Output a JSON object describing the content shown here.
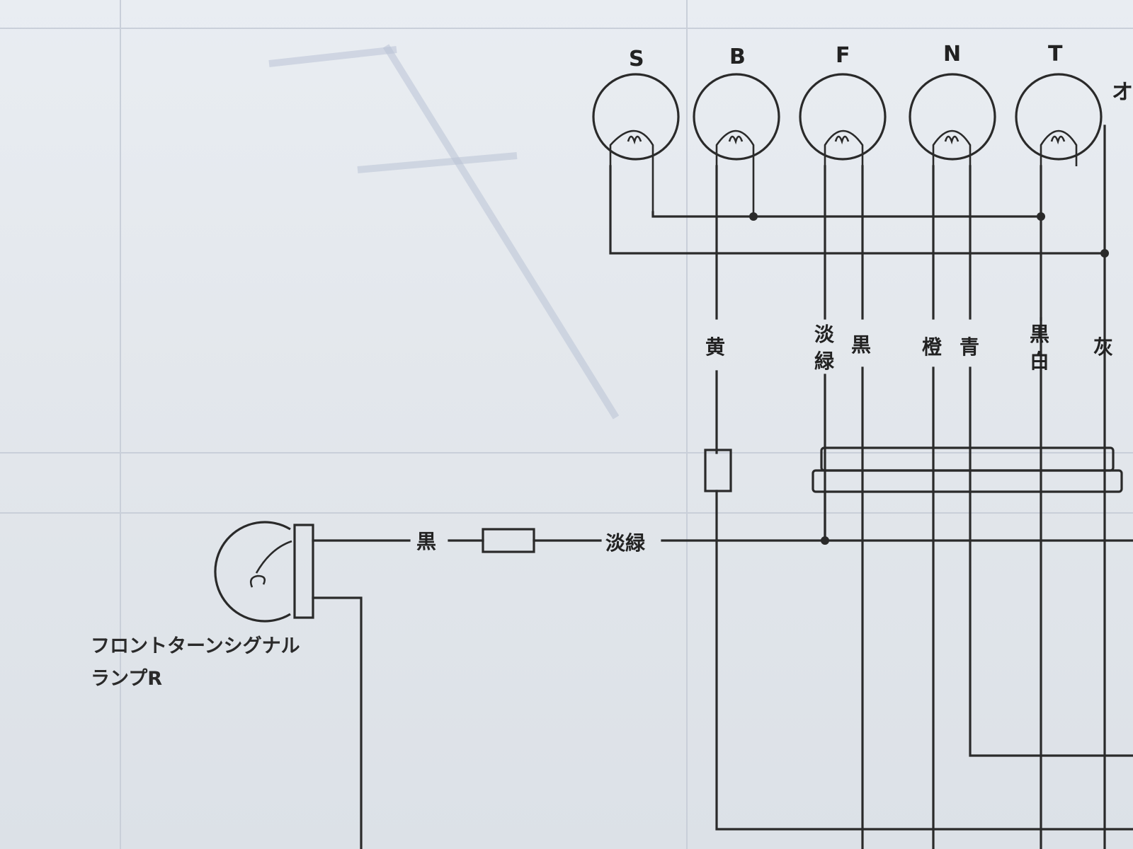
{
  "meter_lamps": [
    {
      "id": "s",
      "label": "S"
    },
    {
      "id": "b",
      "label": "B"
    },
    {
      "id": "f",
      "label": "F"
    },
    {
      "id": "n",
      "label": "N"
    },
    {
      "id": "t",
      "label": "T"
    }
  ],
  "wire_colors": {
    "yellow": "黄",
    "light_green_top": "淡",
    "light_green_bottom": "緑",
    "black": "黒",
    "orange": "橙",
    "blue": "青",
    "black_white_top": "黒",
    "black_white_bottom": "白",
    "gray": "灰"
  },
  "signal_lamp_wire": {
    "black": "黒",
    "light_green": "淡緑"
  },
  "lamp_label": {
    "line1": "フロントターンシグナル",
    "line2": "ランプR"
  },
  "cut_text": "オ"
}
